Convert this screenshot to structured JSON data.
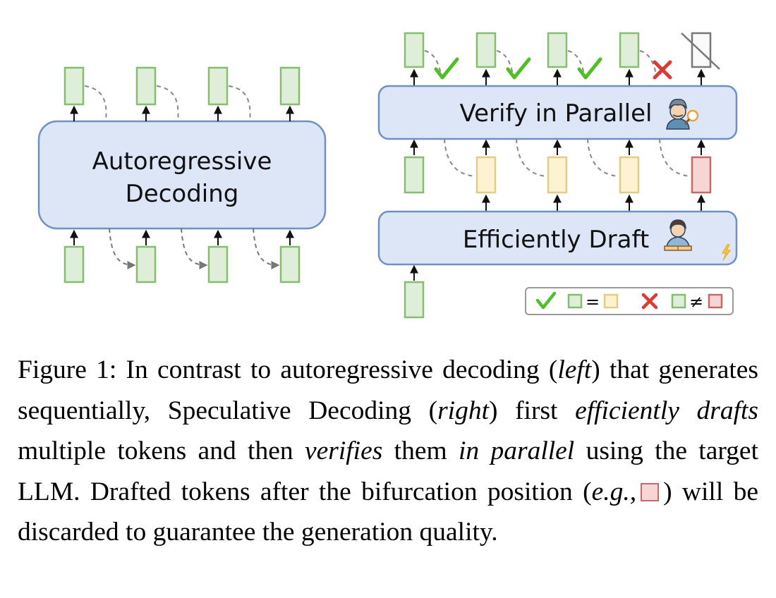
{
  "left_diagram": {
    "block_label_line1": "Autoregressive",
    "block_label_line2": "Decoding"
  },
  "right_diagram": {
    "verify_label": "Verify in Parallel",
    "draft_label": "Efficiently Draft",
    "verify_marks": [
      "check",
      "check",
      "check",
      "cross"
    ],
    "draft_token_states": [
      "accepted",
      "accepted",
      "accepted",
      "rejected"
    ]
  },
  "legend": {
    "equal_symbol": "=",
    "not_equal_symbol": "≠"
  },
  "colors": {
    "block_fill": "#dce6f7",
    "block_stroke": "#6f8fc5",
    "green_fill": "#dfeed8",
    "green_stroke": "#86bd71",
    "yellow_fill": "#fdf3d3",
    "yellow_stroke": "#e3cc86",
    "red_fill": "#f6d6d5",
    "red_stroke": "#c56a69",
    "check_color": "#4fbf26",
    "cross_color": "#dd3a35"
  },
  "caption": {
    "label": "Figure 1:",
    "t1": " In contrast to autoregressive decoding (",
    "left": "left",
    "t2": ") that generates sequentially, Speculative Decoding (",
    "right": "right",
    "t3": ") first ",
    "efficiently_drafts": "efficiently drafts",
    "t4": " multiple tokens and then ",
    "verifies": "verifies",
    "t5": " them ",
    "in_parallel": "in parallel",
    "t6": " using the target LLM. Drafted tokens after the bifurcation position (",
    "eg": "e.g.,",
    "t7": ") will be discarded to guarantee the generation quality."
  }
}
